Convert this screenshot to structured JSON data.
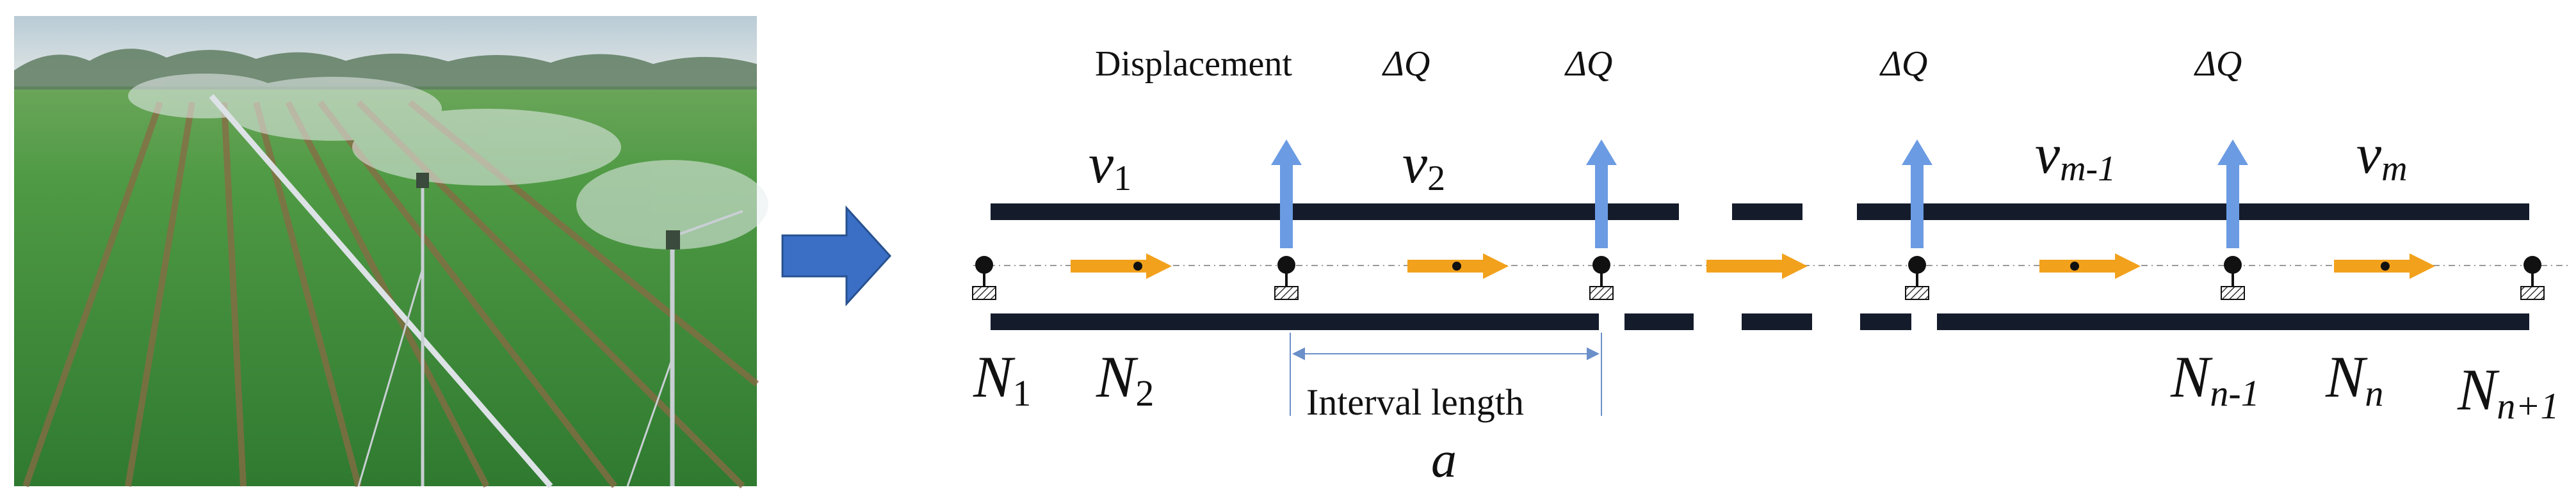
{
  "photo": {
    "description_icon": "irrigation-field-photo",
    "colors": {
      "sky": "#c9d6dd",
      "field": "#3f8a3a",
      "furrow": "#8a6a45",
      "pipe": "#d9dde0"
    }
  },
  "flow_arrow_icon": "blue-right-arrow",
  "labels": {
    "displacement": "Displacement",
    "delta_q": "ΔQ",
    "interval_length": "Interval length",
    "interval_symbol": "a"
  },
  "velocities": [
    {
      "base": "v",
      "sub": "1"
    },
    {
      "base": "v",
      "sub": "2"
    },
    {
      "base": "v",
      "sub": "m-1"
    },
    {
      "base": "v",
      "sub": "m"
    }
  ],
  "nodes": [
    {
      "base": "N",
      "sub": "1"
    },
    {
      "base": "N",
      "sub": "2"
    },
    {
      "base": "N",
      "sub": "n-1"
    },
    {
      "base": "N",
      "sub": "n"
    },
    {
      "base": "N",
      "sub": "n+1"
    }
  ],
  "colors": {
    "pipe": "#141c2c",
    "outflow": "#6b9be3",
    "flow": "#f2a11c",
    "big_arrow": "#3b6fc6",
    "axis": "#9a9a9a"
  }
}
